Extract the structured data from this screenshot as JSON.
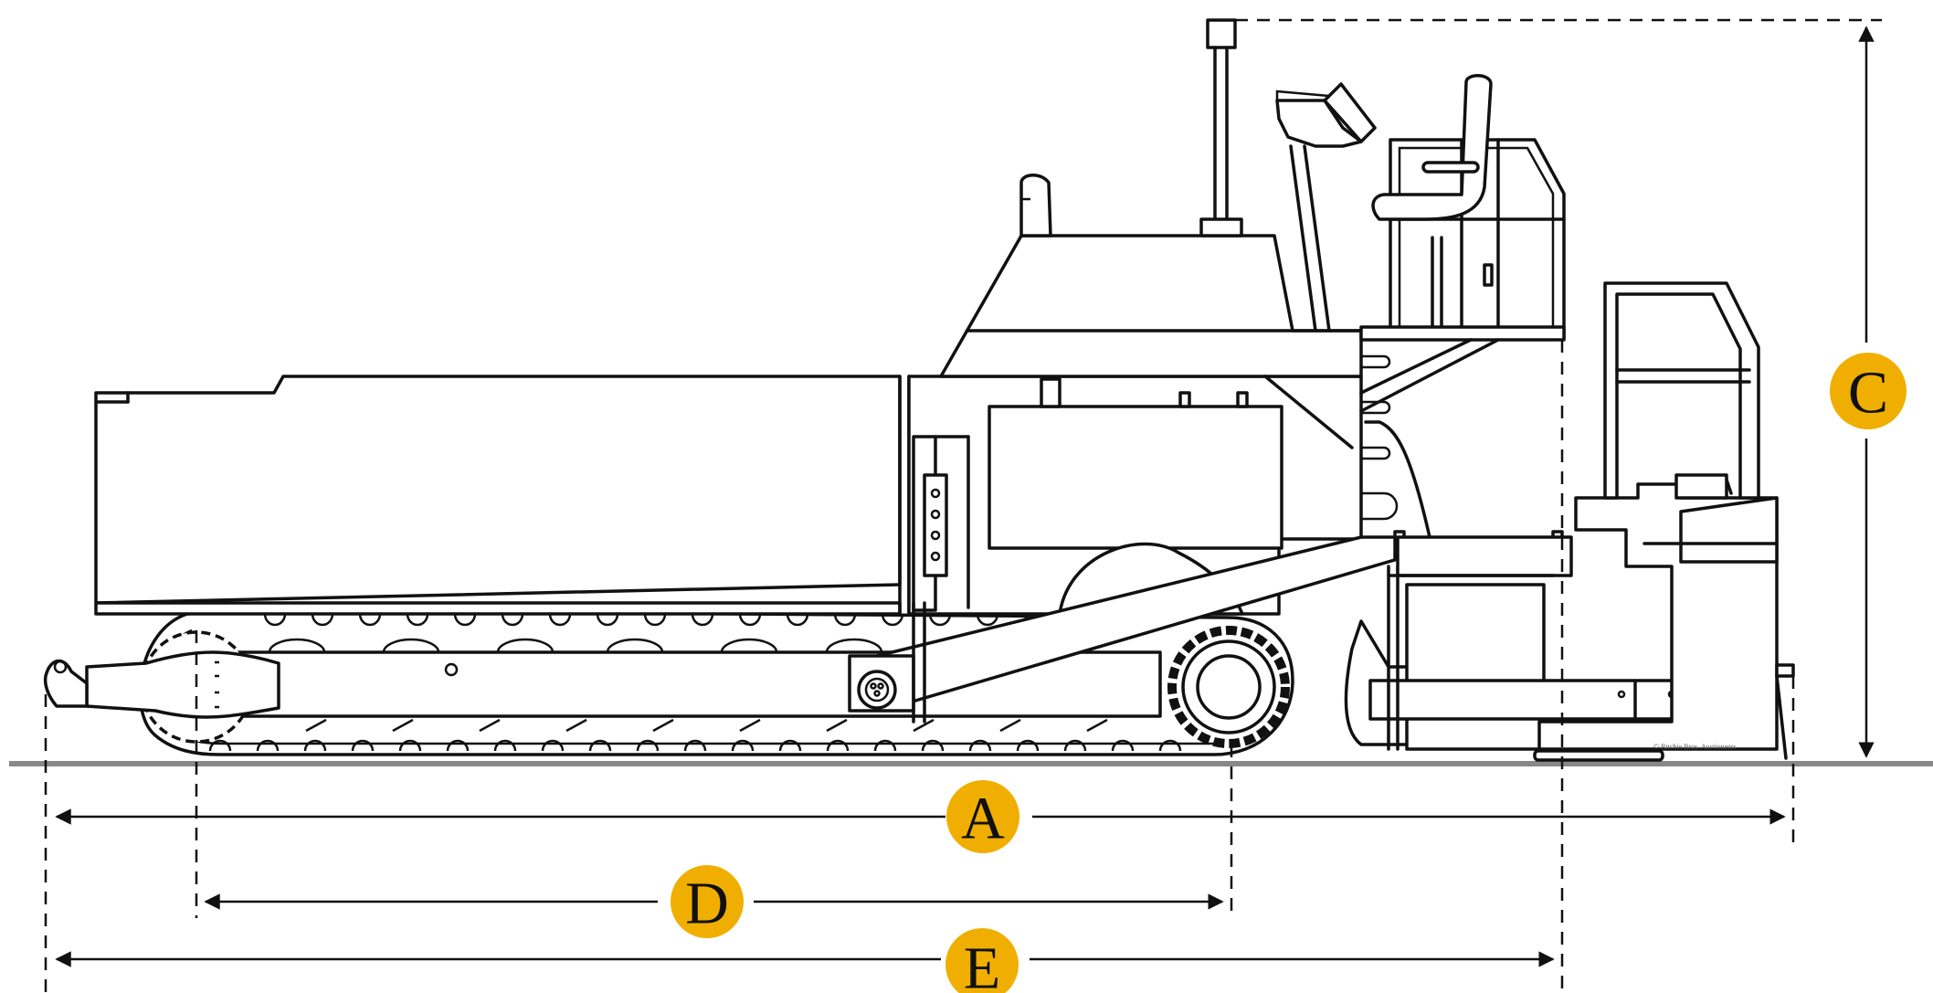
{
  "diagram": {
    "subject": "tracked asphalt paver side view",
    "dimensions": [
      {
        "id": "A",
        "label": "A"
      },
      {
        "id": "C",
        "label": "C"
      },
      {
        "id": "D",
        "label": "D"
      },
      {
        "id": "E",
        "label": "E"
      }
    ],
    "credit": "© Ritchie Bros. Auctioneers"
  },
  "colors": {
    "badge": "#F0AF00",
    "line": "#111111",
    "ground": "#888888",
    "background": "#ffffff"
  }
}
